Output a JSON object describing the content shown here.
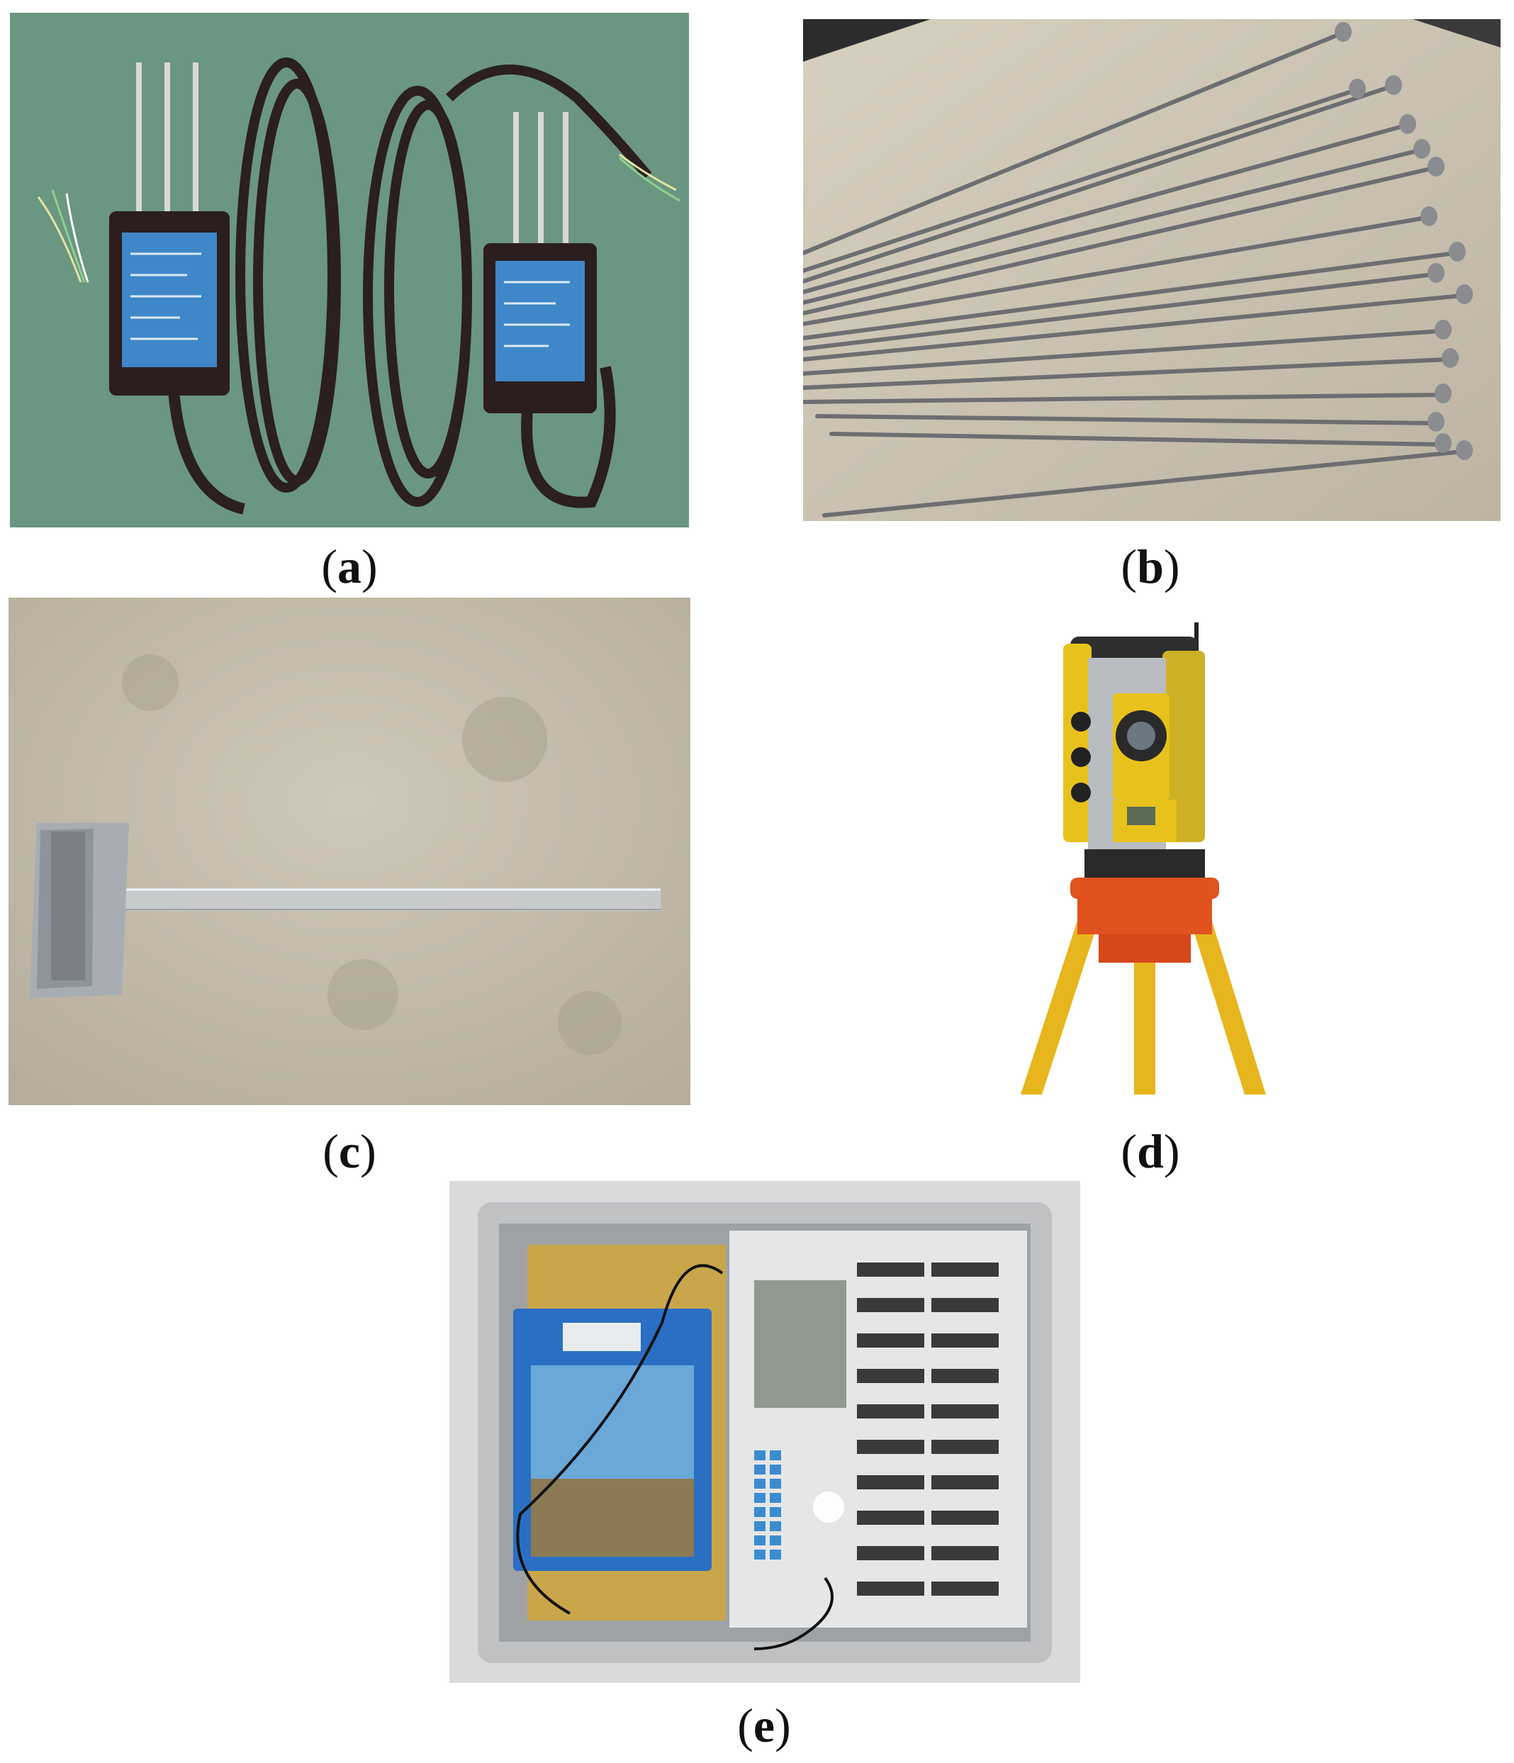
{
  "figure": {
    "panels": [
      {
        "id": "a",
        "label": "a",
        "subject": "soil-moisture-sensors-icon"
      },
      {
        "id": "b",
        "label": "b",
        "subject": "steel-rods-icon"
      },
      {
        "id": "c",
        "label": "c",
        "subject": "settlement-plate-icon"
      },
      {
        "id": "d",
        "label": "d",
        "subject": "total-station-icon"
      },
      {
        "id": "e",
        "label": "e",
        "subject": "data-logger-box-icon"
      }
    ]
  },
  "colors": {
    "green_board": "#6f9a86",
    "concrete": "#c9c2b3",
    "sensor_blue": "#3f87c8",
    "instrument_yellow": "#e8c21c",
    "tripod_orange": "#e0531e",
    "battery_blue": "#2a6fc4"
  }
}
